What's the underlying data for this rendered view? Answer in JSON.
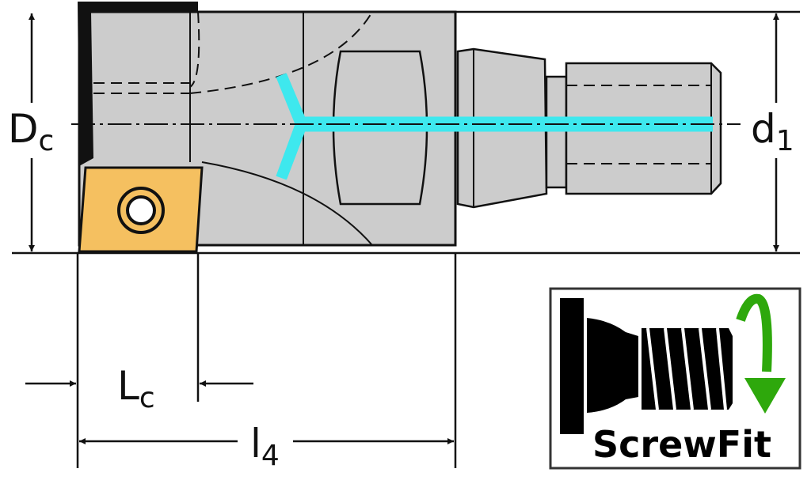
{
  "diagram": {
    "title": "Milling cutter with ScrewFit connection – dimension drawing",
    "labels": {
      "dc_main": "D",
      "dc_sub": "c",
      "d1_main": "d",
      "d1_sub": "1",
      "lc_main": "L",
      "lc_sub": "c",
      "l4_main": "l",
      "l4_sub": "4"
    },
    "logo": {
      "text": "ScrewFit",
      "icon": "screw-thread-icon",
      "arrow_icon": "rotate-arrow-icon"
    },
    "colors": {
      "body": "#cccccc",
      "insert": "#f5c060",
      "coolant": "#3ee8ee",
      "logo_arrow": "#2ea80c",
      "line": "#111111"
    }
  }
}
